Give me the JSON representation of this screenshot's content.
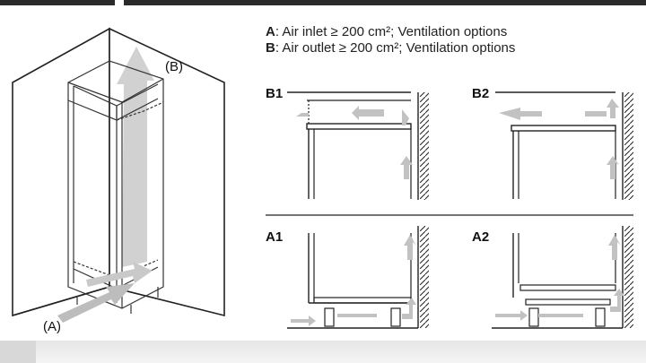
{
  "legend": {
    "a_key": "A",
    "a_text": ": Air inlet ≥ 200 cm²; Ventilation options",
    "b_key": "B",
    "b_text": ": Air outlet ≥ 200 cm²; Ventilation options"
  },
  "callouts": {
    "a": "(A)",
    "b": "(B)"
  },
  "panels": {
    "b1": "B1",
    "b2": "B2",
    "a1": "A1",
    "a2": "A2"
  },
  "colors": {
    "line": "#222222",
    "arrow": "#bdbdbd",
    "arrow_dark": "#a6a6a6"
  }
}
